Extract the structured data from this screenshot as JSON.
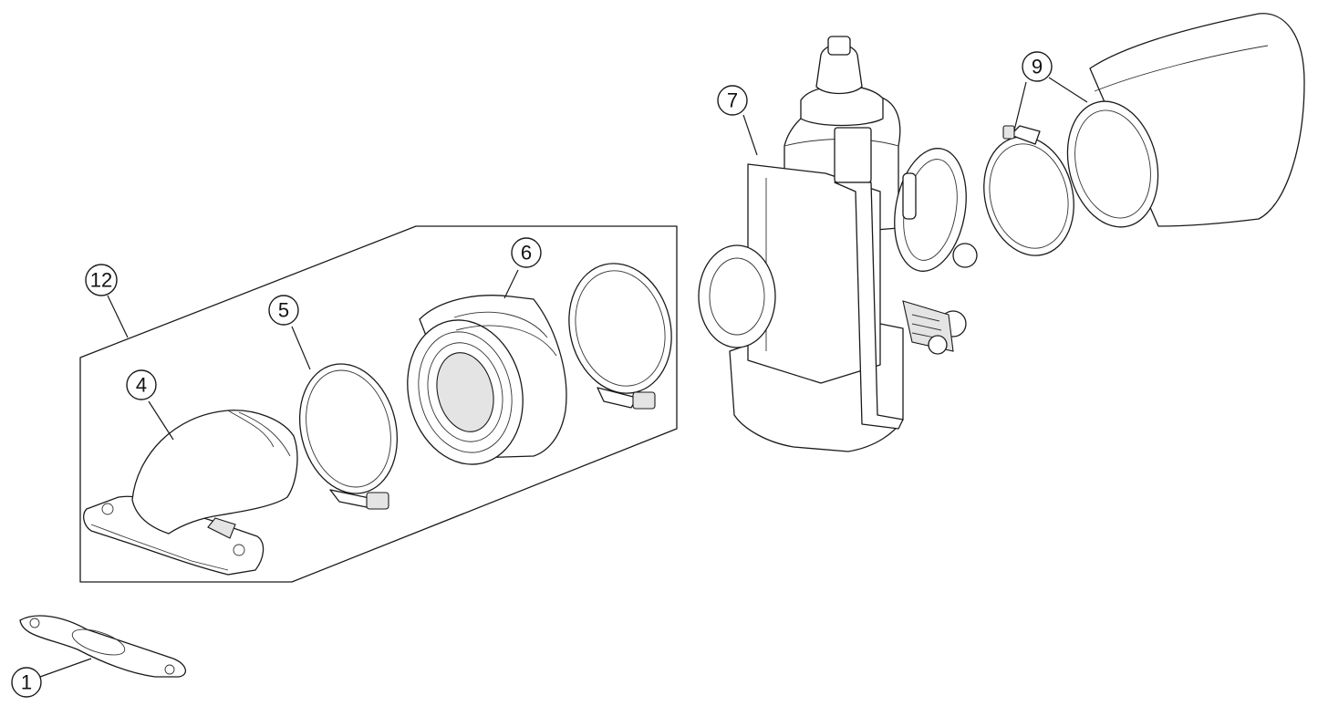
{
  "callouts": [
    {
      "id": "1",
      "label": "1"
    },
    {
      "id": "4",
      "label": "4"
    },
    {
      "id": "5",
      "label": "5"
    },
    {
      "id": "6",
      "label": "6"
    },
    {
      "id": "7",
      "label": "7"
    },
    {
      "id": "9",
      "label": "9"
    },
    {
      "id": "12",
      "label": "12"
    }
  ],
  "colors": {
    "line": "#1a1a1a",
    "background": "#ffffff"
  }
}
